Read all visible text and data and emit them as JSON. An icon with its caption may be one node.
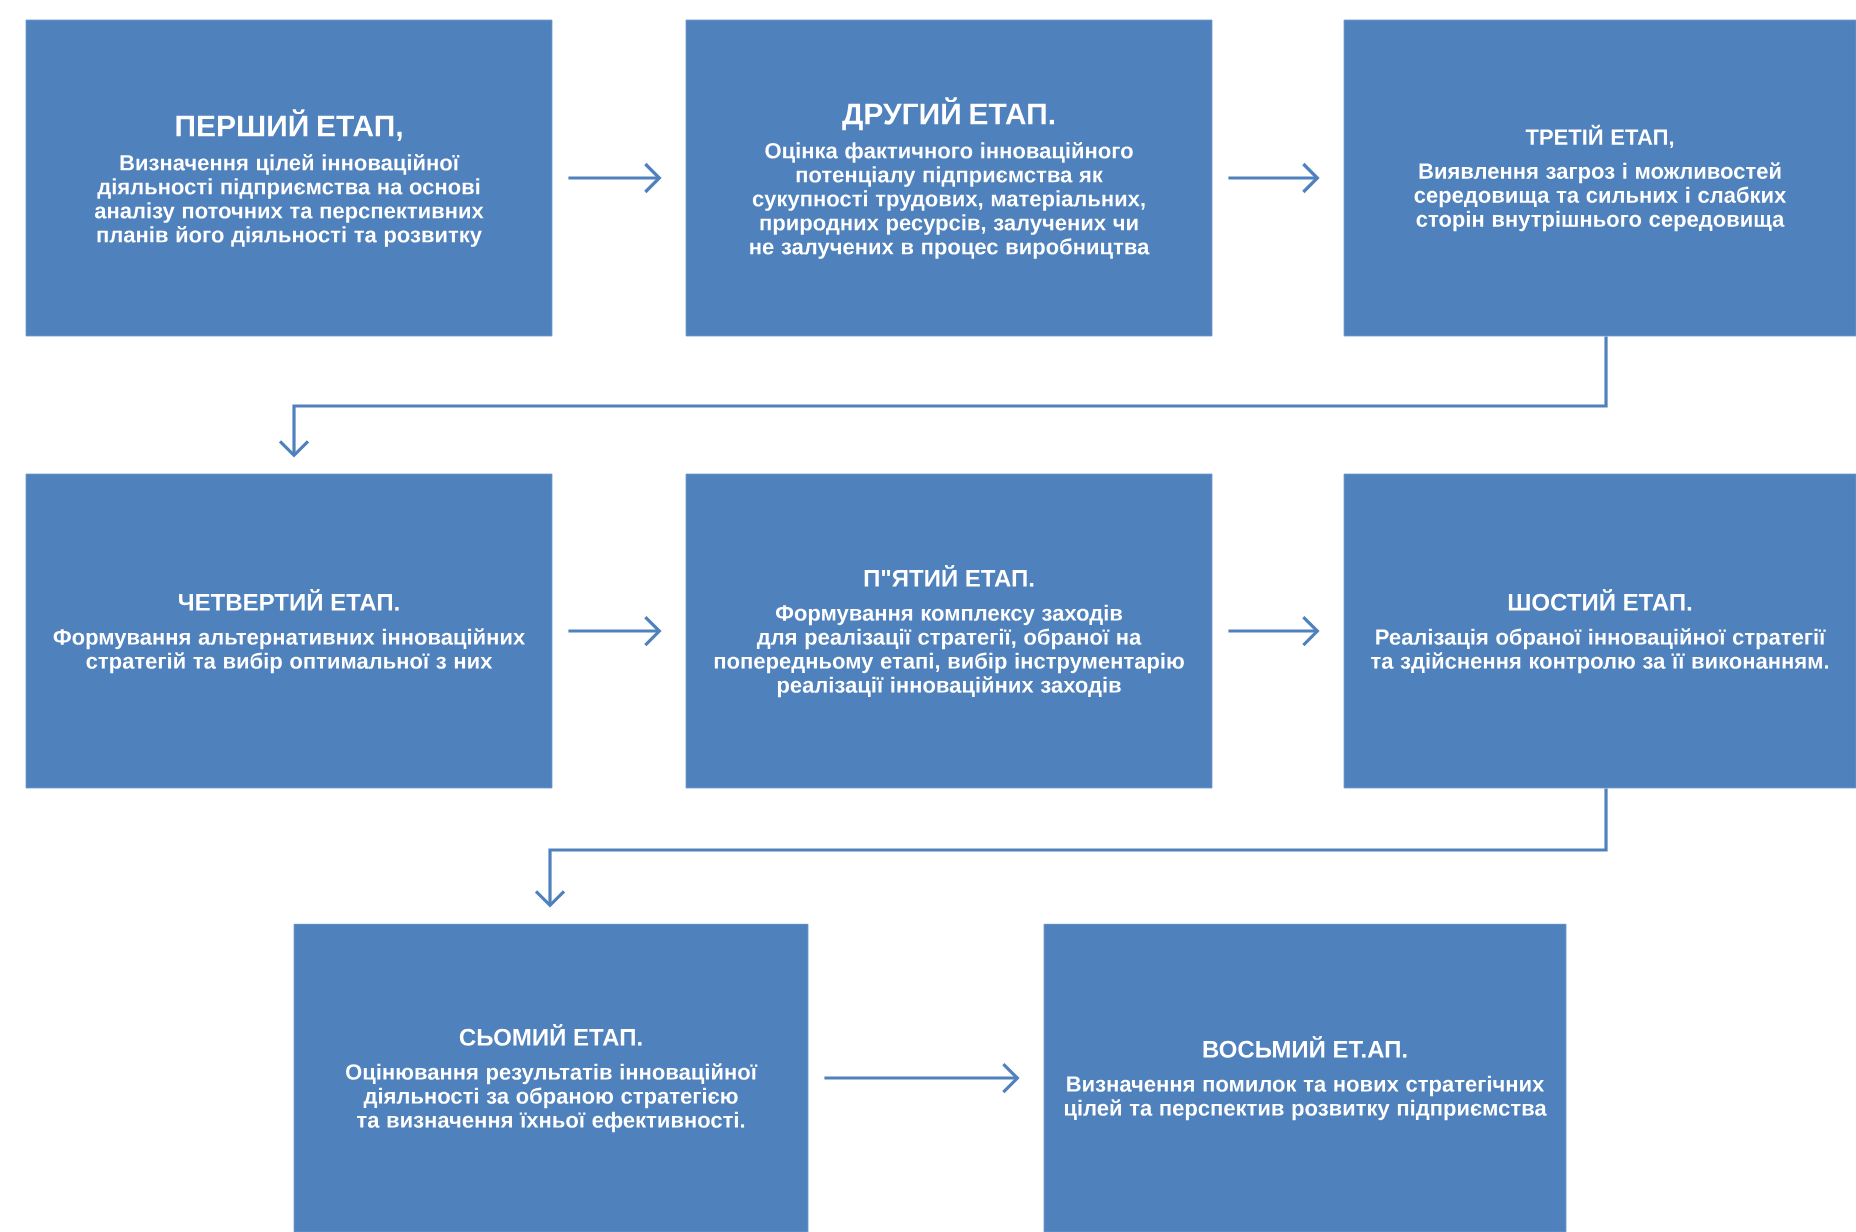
{
  "diagram": {
    "nodes": [
      {
        "text": [
          "ПЕРШИЙ ЕТАП,",
          "Визначення цілей інноваційної діяльності підприємства на основі аналізу поточних та перспективних планів його діяльності та розвитку"
        ]
      },
      {
        "text": [
          "ДРУГИЙ ЕТАП.",
          "Оцінка фактичного інноваційного потенціалу підприємства як сукупності трудових, матеріальних, природних ресурсів, залучених чи не залучених в процес виробництва"
        ]
      },
      {
        "text": [
          "ТРЕТІЙ ЕТАП,",
          "Виявлення загроз і можливостей середовища та сильних і слабких сторін внутрішнього середовища"
        ]
      },
      {
        "text": [
          "ЧЕТВЕРТИЙ ЕТАП.",
          "Формування альтернативних інноваційних стратегій та вибір оптимальної з них"
        ]
      },
      {
        "text": [
          "П\"ЯТИЙ ЕТАП.",
          "Формування комплексу заходів для реалізації стратегії, обраної на попередньому етапі, вибір інструментарію реалізації інноваційних заходів"
        ]
      },
      {
        "text": [
          "ШОСТИЙ ЕТАП.",
          "Реалізація обраної інноваційної стратегії та здійснення контролю за її виконанням."
        ]
      },
      {
        "text": [
          "СЬОМИЙ ЕТАП.",
          "Оцінювання результатів інноваційної діяльності за обраною стратегією та визначення їхньої ефективності."
        ]
      },
      {
        "text": [
          "ВОСЬМИЙ ЕТ.АП.",
          "Визначення помилок та нових стратегічних цілей та перспектив розвитку підприємства"
        ]
      }
    ],
    "edges": [
      {
        "from": 0,
        "to": 1,
        "arrow": "to"
      },
      {
        "from": 1,
        "to": 2,
        "arrow": "to"
      },
      {
        "from": 2,
        "to": 3,
        "arrow": "to"
      },
      {
        "from": 3,
        "to": 4,
        "arrow": "to"
      },
      {
        "from": 4,
        "to": 5,
        "arrow": "to"
      },
      {
        "from": 5,
        "to": 6,
        "arrow": "to"
      },
      {
        "from": 6,
        "to": 7,
        "arrow": "to"
      }
    ]
  }
}
